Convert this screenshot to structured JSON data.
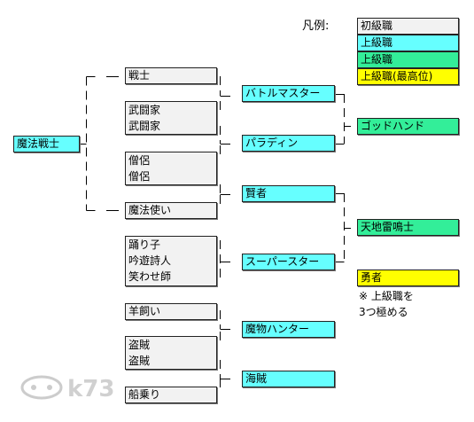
{
  "legend": {
    "title": "凡例:",
    "items": [
      "初級職",
      "上級職",
      "上級職",
      "上級職(最高位)"
    ]
  },
  "root": {
    "label": "魔法戦士"
  },
  "basic_jobs": {
    "warrior": "戦士",
    "martial_artist_group": [
      "武闘家",
      "武闘家"
    ],
    "priest_group": [
      "僧侶",
      "僧侶"
    ],
    "mage": "魔法使い",
    "performer_group": [
      "踊り子",
      "吟遊詩人",
      "笑わせ師"
    ],
    "shepherd": "羊飼い",
    "thief_group": [
      "盗賊",
      "盗賊"
    ],
    "sailor": "船乗り"
  },
  "upper_jobs": {
    "battle_master": "バトルマスター",
    "paladin": "パラディン",
    "sage": "賢者",
    "superstar": "スーパースター",
    "monster_hunter": "魔物ハンター",
    "pirate": "海賊"
  },
  "top_jobs": {
    "god_hand": "ゴッドハンド",
    "tenchi_raimeishi": "天地雷鳴士"
  },
  "hero": {
    "label": "勇者",
    "note_lines": [
      "※ 上級職を",
      "3つ極める"
    ]
  },
  "colors": {
    "basic": "#f2f2f2",
    "upper": "#66ffff",
    "top": "#33ee99",
    "max": "#ffff00"
  },
  "watermark": {
    "text": "k73"
  }
}
